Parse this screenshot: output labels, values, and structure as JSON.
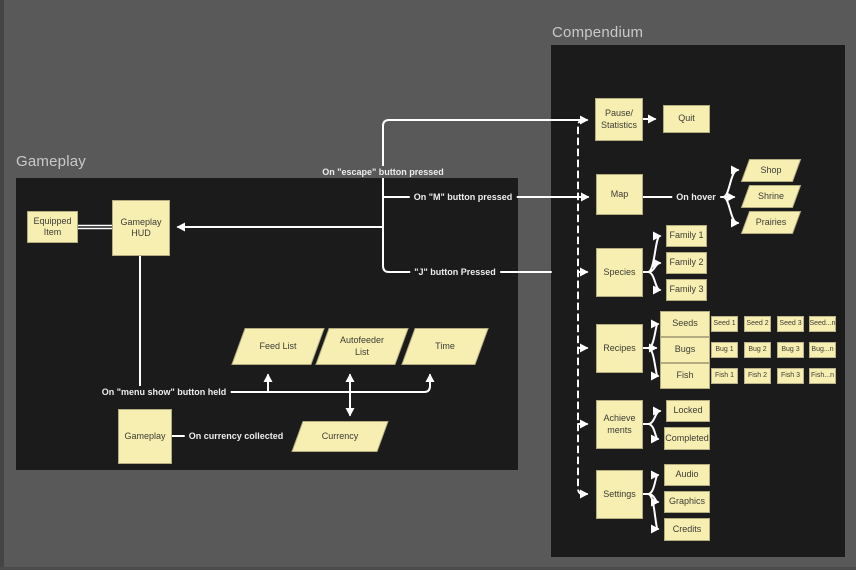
{
  "colors": {
    "canvas_bg": "#595959",
    "frame_bg": "#1b1b1b",
    "node_fill": "#f7efb2",
    "node_text": "#3c3c34",
    "connector": "#ffffff",
    "frame_title": "#c9c9c9"
  },
  "gameplay": {
    "title": "Gameplay",
    "nodes": {
      "equipped_item": "Equipped\nItem",
      "gameplay_hud": "Gameplay\nHUD",
      "feed_list": "Feed List",
      "autofeeder_list": "Autofeeder\nList",
      "time": "Time",
      "gameplay": "Gameplay",
      "currency": "Currency"
    },
    "edge_labels": {
      "menu_show": "On \"menu show\" button held",
      "currency_collected": "On currency collected"
    }
  },
  "compendium": {
    "title": "Compendium",
    "nodes": {
      "pause_statistics": "Pause/\nStatistics",
      "quit": "Quit",
      "map": "Map",
      "shop": "Shop",
      "shrine": "Shrine",
      "prairies": "Prairies",
      "species": "Species",
      "family_1": "Family 1",
      "family_2": "Family 2",
      "family_3": "Family 3",
      "recipes": "Recipes",
      "seeds": "Seeds",
      "bugs": "Bugs",
      "fish": "Fish",
      "achievements": "Achievements",
      "locked": "Locked",
      "completed": "Completed",
      "settings": "Settings",
      "audio": "Audio",
      "graphics": "Graphics",
      "credits": "Credits"
    },
    "seed_items": [
      "Seed 1",
      "Seed 2",
      "Seed 3",
      "Seed...n"
    ],
    "bug_items": [
      "Bug 1",
      "Bug 2",
      "Bug 3",
      "Bug...n"
    ],
    "fish_items": [
      "Fish 1",
      "Fish 2",
      "Fish 3",
      "Fish...n"
    ],
    "edge_labels": {
      "on_hover": "On hover"
    }
  },
  "shared_edge_labels": {
    "escape": "On \"escape\" button pressed",
    "m_button": "On \"M\" button pressed",
    "j_button": "\"J\" button Pressed"
  }
}
